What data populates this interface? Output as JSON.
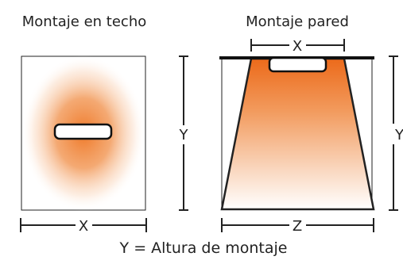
{
  "left_panel": {
    "title": "Montaje en techo",
    "width_label": "X"
  },
  "right_panel": {
    "title": "Montaje pared",
    "top_width_label": "X",
    "bottom_width_label": "Z",
    "height_label_right": "Y"
  },
  "center_height_label": "Y",
  "caption": "Y = Altura de montaje",
  "colors": {
    "light_orange": "#ef7a2a",
    "outline": "#222222",
    "background": "#ffffff"
  }
}
